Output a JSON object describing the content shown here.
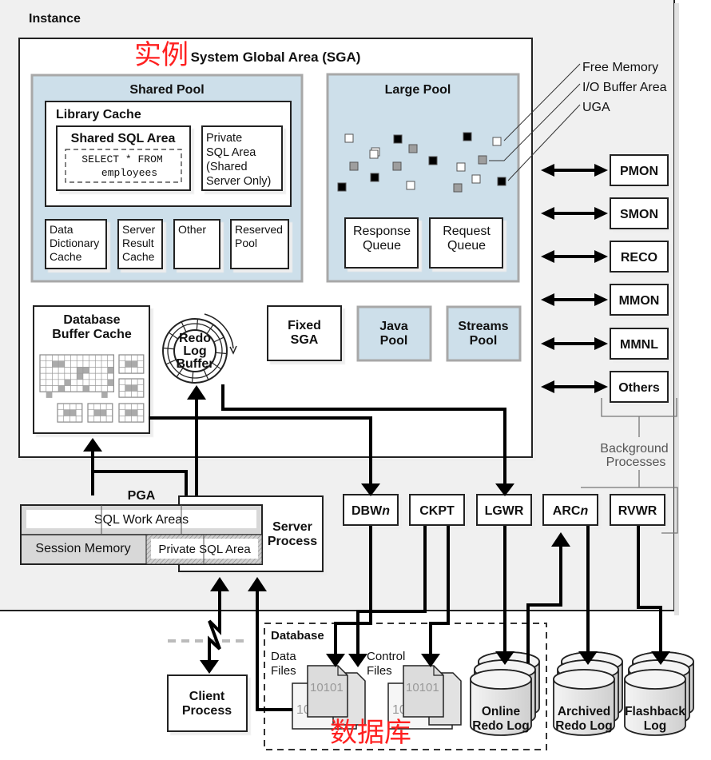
{
  "instance": {
    "label": "Instance",
    "annotation_cn": "实例"
  },
  "sga": {
    "title": "System Global Area (SGA)",
    "shared_pool": {
      "title": "Shared Pool",
      "library_cache": {
        "title": "Library Cache",
        "shared_sql_area": {
          "title": "Shared SQL Area",
          "sql_line1": "SELECT * FROM",
          "sql_line2": "employees"
        },
        "private_sql_area": {
          "lines": [
            "Private",
            "SQL Area",
            "(Shared",
            "Server Only)"
          ]
        }
      },
      "sub_boxes": [
        {
          "lines": [
            "Data",
            "Dictionary",
            "Cache"
          ]
        },
        {
          "lines": [
            "Server",
            "Result",
            "Cache"
          ]
        },
        {
          "lines": [
            "Other"
          ]
        },
        {
          "lines": [
            "Reserved",
            "Pool"
          ]
        }
      ]
    },
    "large_pool": {
      "title": "Large Pool",
      "legend": [
        "Free Memory",
        "I/O Buffer Area",
        "UGA"
      ],
      "queues": [
        {
          "lines": [
            "Response",
            "Queue"
          ]
        },
        {
          "lines": [
            "Request",
            "Queue"
          ]
        }
      ]
    },
    "buffer_cache": {
      "lines": [
        "Database",
        "Buffer Cache"
      ]
    },
    "redo_log_buffer": {
      "lines": [
        "Redo",
        "Log",
        "Buffer"
      ]
    },
    "fixed_sga": {
      "lines": [
        "Fixed",
        "SGA"
      ]
    },
    "java_pool": {
      "lines": [
        "Java",
        "Pool"
      ]
    },
    "streams_pool": {
      "lines": [
        "Streams",
        "Pool"
      ]
    }
  },
  "background_processes": {
    "label_lines": [
      "Background",
      "Processes"
    ],
    "right_column": [
      "PMON",
      "SMON",
      "RECO",
      "MMON",
      "MMNL",
      "Others"
    ],
    "bottom_row": [
      {
        "base": "DBW",
        "suffix": "n"
      },
      {
        "base": "CKPT",
        "suffix": ""
      },
      {
        "base": "LGWR",
        "suffix": ""
      },
      {
        "base": "ARC",
        "suffix": "n"
      },
      {
        "base": "RVWR",
        "suffix": ""
      }
    ]
  },
  "pga": {
    "label": "PGA",
    "sql_work_areas": "SQL Work Areas",
    "session_memory": "Session Memory",
    "private_sql_area": "Private SQL Area"
  },
  "server_process": {
    "lines": [
      "Server",
      "Process"
    ]
  },
  "client_process": {
    "lines": [
      "Client",
      "Process"
    ]
  },
  "database": {
    "label": "Database",
    "annotation_cn": "数据库",
    "data_files": {
      "lines": [
        "Data",
        "Files"
      ],
      "glyph": "10101"
    },
    "control_files": {
      "lines": [
        "Control",
        "Files"
      ],
      "glyph": "10101"
    },
    "online_redo_log": {
      "lines": [
        "Online",
        "Redo Log"
      ]
    }
  },
  "archived_redo_log": {
    "lines": [
      "Archived",
      "Redo Log"
    ]
  },
  "flashback_log": {
    "lines": [
      "Flashback",
      "Log"
    ]
  },
  "colors": {
    "instance_bg": "#f0f0f0",
    "pool_blue": "#cddfea",
    "pool_border": "#a8a8a8",
    "annotation_red": "#ff2020",
    "pga_gray": "#d8d8d8"
  }
}
